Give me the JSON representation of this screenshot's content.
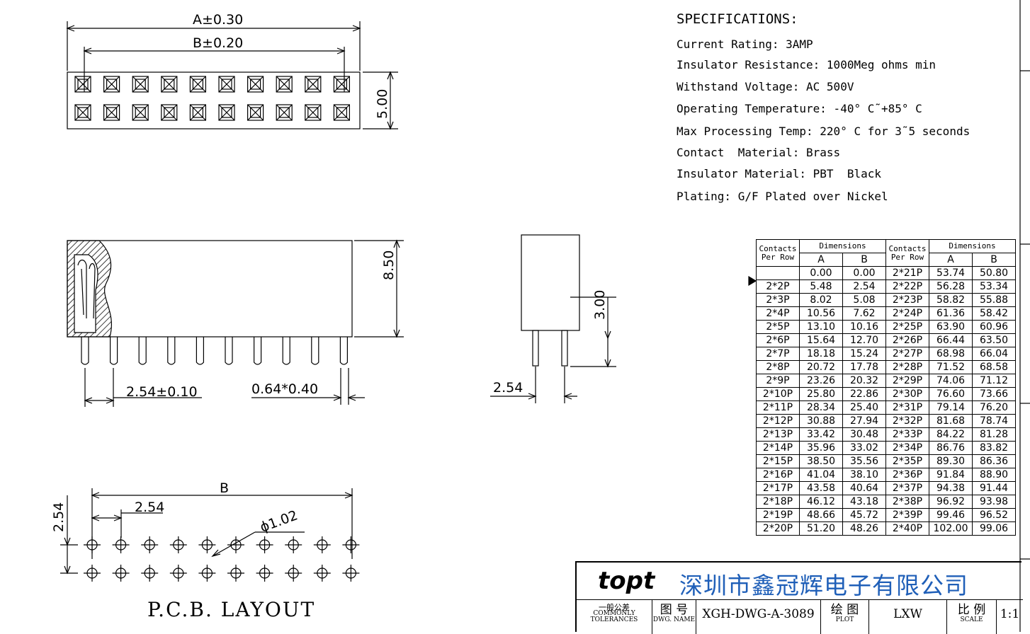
{
  "top_view": {
    "dim_a": "A±0.30",
    "dim_b": "B±0.20",
    "dim_height": "5.00"
  },
  "side_view": {
    "dim_height": "8.50",
    "dim_pitch": "2.54±0.10",
    "dim_pin": "0.64*0.40"
  },
  "end_view": {
    "dim_length": "3.00",
    "dim_pitch": "2.54"
  },
  "pcb_view": {
    "dim_b": "B",
    "dim_pitch_x": "2.54",
    "dim_pitch_y": "2.54",
    "dim_hole": "ϕ1.02",
    "title": "P.C.B. LAYOUT"
  },
  "specs": {
    "title": "SPECIFICATIONS:",
    "lines": [
      "Current Rating: 3AMP",
      "Insulator Resistance: 1000Meg ohms min",
      "Withstand Voltage: AC 500V",
      "Operating Temperature: -40° C˜+85° C",
      "Max Processing Temp: 220° C for 3˜5 seconds",
      "Contact  Material: Brass",
      "Insulator Material: PBT  Black",
      "Plating: G/F Plated over Nickel"
    ]
  },
  "table": {
    "header_contacts": "Contacts Per Row",
    "header_dimensions": "Dimensions",
    "header_a": "A",
    "header_b": "B",
    "rows": [
      [
        "",
        "0.00",
        "0.00",
        "2*21P",
        "53.74",
        "50.80"
      ],
      [
        "2*2P",
        "5.48",
        "2.54",
        "2*22P",
        "56.28",
        "53.34"
      ],
      [
        "2*3P",
        "8.02",
        "5.08",
        "2*23P",
        "58.82",
        "55.88"
      ],
      [
        "2*4P",
        "10.56",
        "7.62",
        "2*24P",
        "61.36",
        "58.42"
      ],
      [
        "2*5P",
        "13.10",
        "10.16",
        "2*25P",
        "63.90",
        "60.96"
      ],
      [
        "2*6P",
        "15.64",
        "12.70",
        "2*26P",
        "66.44",
        "63.50"
      ],
      [
        "2*7P",
        "18.18",
        "15.24",
        "2*27P",
        "68.98",
        "66.04"
      ],
      [
        "2*8P",
        "20.72",
        "17.78",
        "2*28P",
        "71.52",
        "68.58"
      ],
      [
        "2*9P",
        "23.26",
        "20.32",
        "2*29P",
        "74.06",
        "71.12"
      ],
      [
        "2*10P",
        "25.80",
        "22.86",
        "2*30P",
        "76.60",
        "73.66"
      ],
      [
        "2*11P",
        "28.34",
        "25.40",
        "2*31P",
        "79.14",
        "76.20"
      ],
      [
        "2*12P",
        "30.88",
        "27.94",
        "2*32P",
        "81.68",
        "78.74"
      ],
      [
        "2*13P",
        "33.42",
        "30.48",
        "2*33P",
        "84.22",
        "81.28"
      ],
      [
        "2*14P",
        "35.96",
        "33.02",
        "2*34P",
        "86.76",
        "83.82"
      ],
      [
        "2*15P",
        "38.50",
        "35.56",
        "2*35P",
        "89.30",
        "86.36"
      ],
      [
        "2*16P",
        "41.04",
        "38.10",
        "2*36P",
        "91.84",
        "88.90"
      ],
      [
        "2*17P",
        "43.58",
        "40.64",
        "2*37P",
        "94.38",
        "91.44"
      ],
      [
        "2*18P",
        "46.12",
        "43.18",
        "2*38P",
        "96.92",
        "93.98"
      ],
      [
        "2*19P",
        "48.66",
        "45.72",
        "2*39P",
        "99.46",
        "96.52"
      ],
      [
        "2*20P",
        "51.20",
        "48.26",
        "2*40P",
        "102.00",
        "99.06"
      ]
    ]
  },
  "title_block": {
    "logo": "topt",
    "company": "深圳市鑫冠辉电子有限公司",
    "tol_cn": "一般公差",
    "tol_en1": "COMMONLY",
    "tol_en2": "TOLERANCES",
    "dwg_cn": "图 号",
    "dwg_en": "DWG. NAME",
    "dwg_value": "XGH-DWG-A-3089",
    "plot_cn": "绘 图",
    "plot_en": "PLOT",
    "plot_value": "LXW",
    "scale_cn": "比 例",
    "scale_en": "SCALE",
    "scale_value": "1:1"
  },
  "colors": {
    "company": "#1f5fb8"
  }
}
